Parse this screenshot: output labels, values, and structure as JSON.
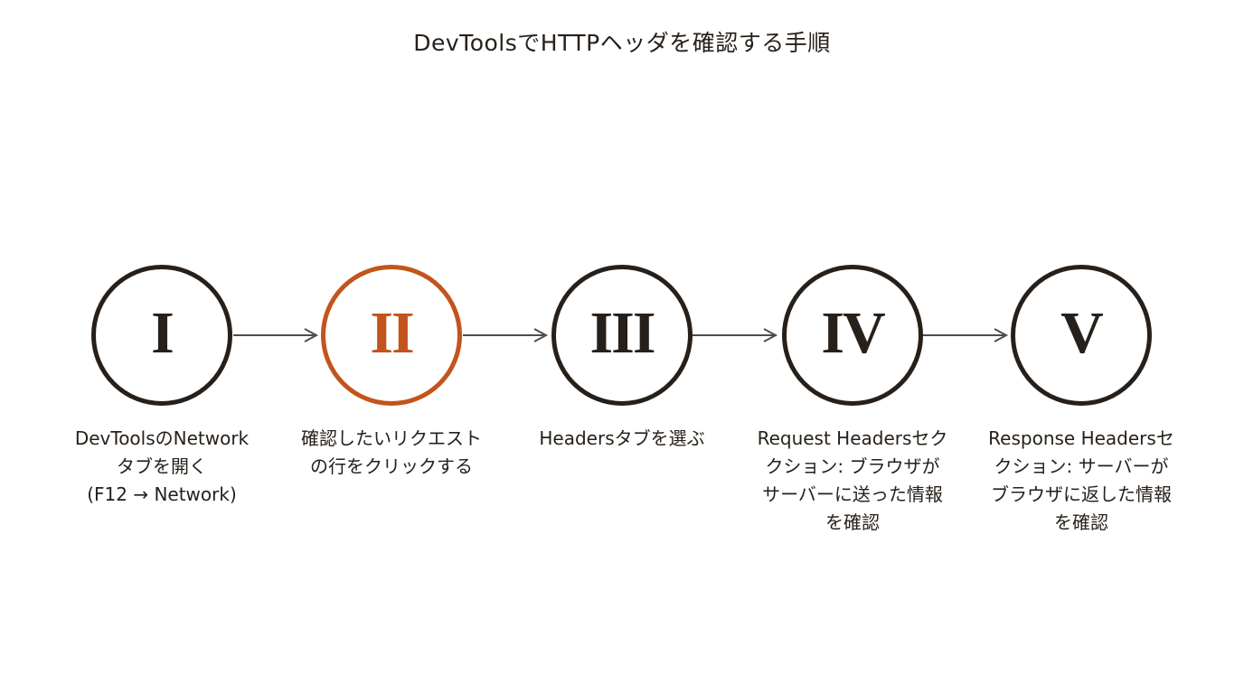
{
  "title": "DevToolsでHTTPヘッダを確認する手順",
  "colors": {
    "ink": "#27201a",
    "accent": "#c2541c",
    "arrow": "#4d4d4d",
    "background": "#ffffff"
  },
  "steps": [
    {
      "numeral": "I",
      "label": "DevToolsのNetwork\nタブを開く\n(F12 → Network)",
      "active": false
    },
    {
      "numeral": "II",
      "label": "確認したいリクエスト\nの行をクリックする",
      "active": true
    },
    {
      "numeral": "III",
      "label": "Headersタブを選ぶ",
      "active": false
    },
    {
      "numeral": "IV",
      "label": "Request Headersセク\nクション: ブラウザが\nサーバーに送った情報\nを確認",
      "active": false
    },
    {
      "numeral": "V",
      "label": "Response Headersセ\nクション: サーバーが\nブラウザに返した情報\nを確認",
      "active": false
    }
  ]
}
